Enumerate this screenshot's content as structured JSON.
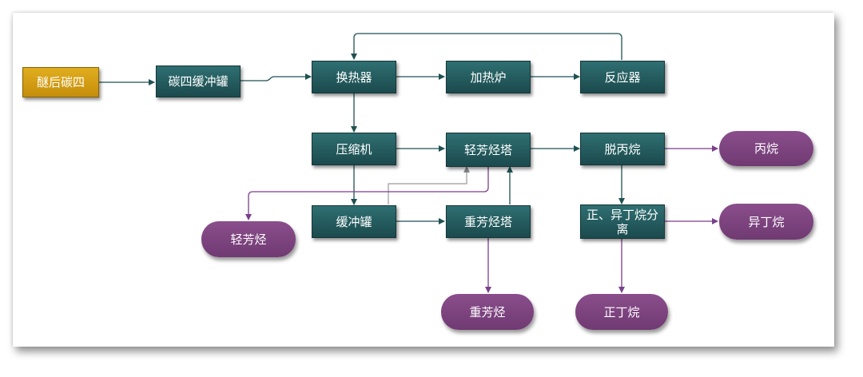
{
  "nodes": {
    "source": "醚后碳四",
    "buffer_tank": "碳四缓冲罐",
    "heat_exchanger": "换热器",
    "heating_furnace": "加热炉",
    "reactor": "反应器",
    "compressor": "压缩机",
    "light_aromatics_tower": "轻芳烃塔",
    "depropanizer": "脱丙烷",
    "surge_tank": "缓冲罐",
    "heavy_aromatics_tower": "重芳烃塔",
    "butane_separation": "正、异丁烷分离"
  },
  "products": {
    "propane": "丙烷",
    "light_aromatics": "轻芳烃",
    "isobutane": "异丁烷",
    "heavy_aromatics": "重芳烃",
    "n_butane": "正丁烷"
  },
  "colors": {
    "process": "#1f5153",
    "source": "#d69e13",
    "product": "#7d457f",
    "arrow_dark": "#1f5153",
    "arrow_purple": "#7a3f8c",
    "arrow_gray": "#9a9a9a"
  }
}
